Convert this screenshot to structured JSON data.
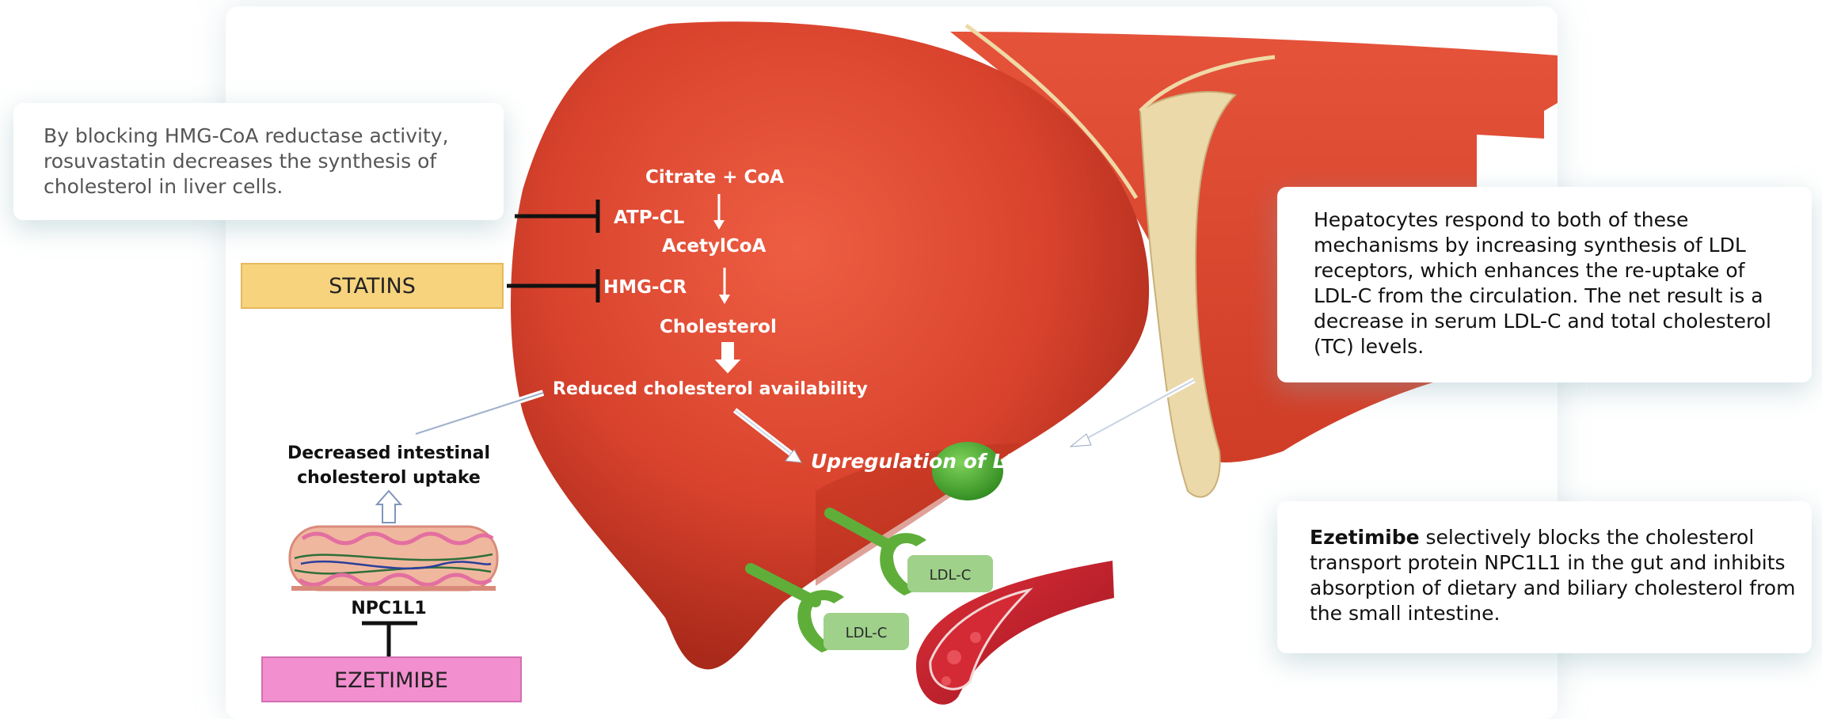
{
  "callouts": {
    "statins_mechanism": "By blocking HMG-CoA reductase activity, rosuvastatin decreases the synthesis of cholesterol in liver cells.",
    "hepatocyte_response": "Hepatocytes respond to both of these mechanisms by increasing synthesis of LDL receptors, which enhances the re-uptake of LDL-C from the circulation. The net result is a decrease in serum LDL-C and total cholesterol (TC) levels.",
    "ezetimibe_term": "Ezetimibe",
    "ezetimibe_text": " selectively blocks the cholesterol transport protein NPC1L1 in the gut and inhibits absorption of dietary and biliary cholesterol from the small intestine."
  },
  "diagram": {
    "pathway": {
      "citrate_coa": "Citrate + CoA",
      "atp_cl": "ATP-CL",
      "acetylcoa": "AcetylCoA",
      "hmg_cr": "HMG-CR",
      "cholesterol": "Cholesterol",
      "reduced_availability": "Reduced cholesterol availability",
      "upregulation": "Upregulation  of LDL-R"
    },
    "left_side": {
      "statins": "STATINS",
      "decreased_uptake_line1": "Decreased intestinal",
      "decreased_uptake_line2": "cholesterol uptake",
      "npc1l1": "NPC1L1",
      "ezetimibe": "EZETIMIBE"
    },
    "ldl_labels": {
      "ldl_c_upper": "LDL-C",
      "ldl_c_lower": "LDL-C"
    },
    "colors": {
      "liver": "#d9432d",
      "liver_dark": "#b8301d",
      "statins_box": "#f7d37e",
      "ezetimibe_box": "#f28fcf",
      "ldl_receptor": "#5fae3a",
      "ldl_label_bg": "#9fd18a",
      "ligament": "#ecd9aa",
      "vessel": "#c8202a"
    }
  }
}
